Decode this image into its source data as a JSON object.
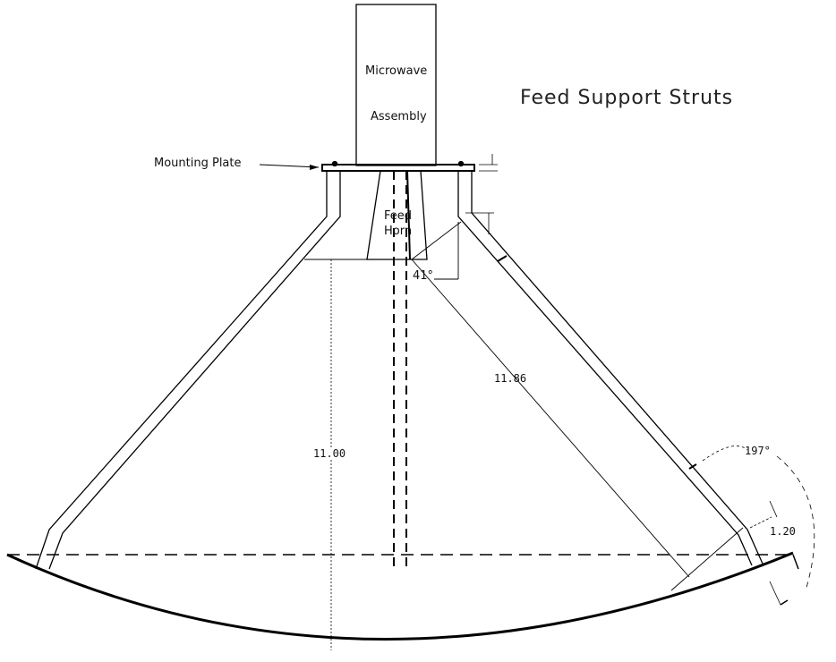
{
  "title": "Feed Support Struts",
  "labels": {
    "microwave": "Microwave",
    "assembly": "Assembly",
    "mounting_plate": "Mounting Plate",
    "feed": "Feed",
    "horn": "Horn"
  },
  "dimensions": {
    "strut_angle": "41°",
    "strut_length": "11.86",
    "focal_height": "11.00",
    "edge_angle": "197°",
    "offset": "1.20"
  }
}
